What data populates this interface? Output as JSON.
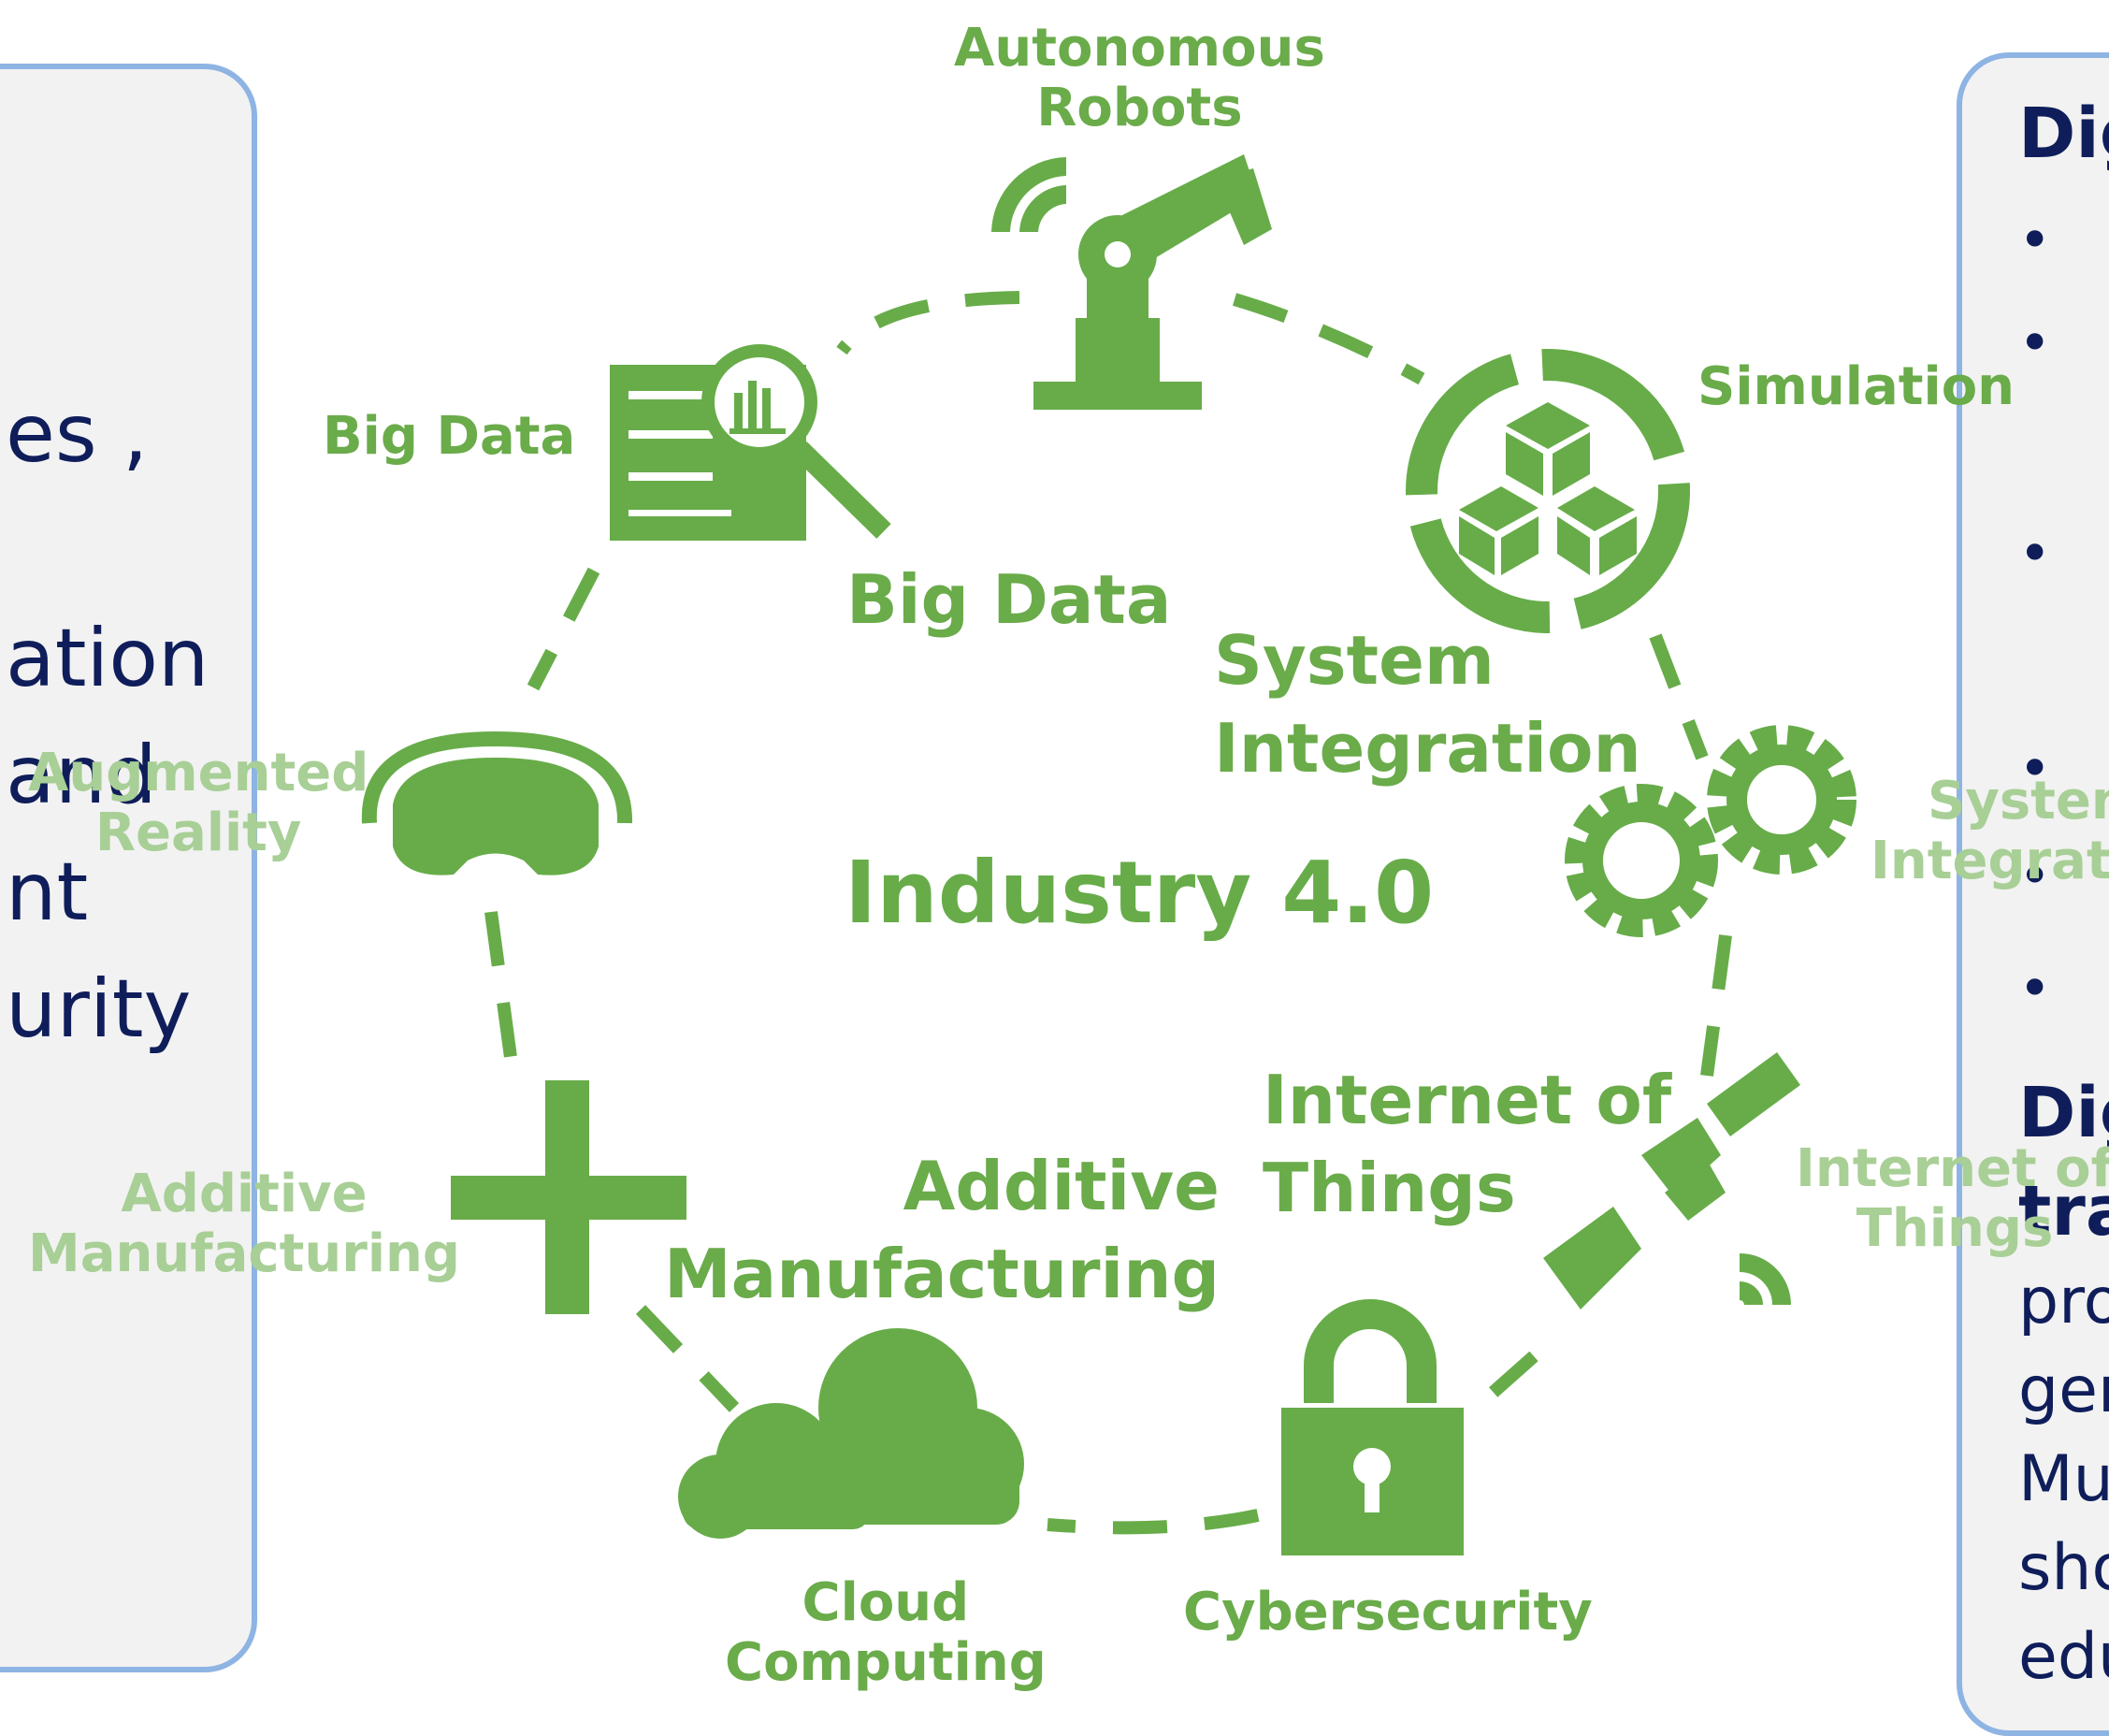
{
  "left_panel": {
    "lines": [
      "es ,",
      "ation",
      "and",
      "nt",
      "urity"
    ]
  },
  "right_panel": {
    "heading": "Dig",
    "bullets": [
      "•",
      "•",
      "•",
      "•",
      "•",
      "•"
    ],
    "heading2": "Dig",
    "heading2_cont": "tra",
    "body_lines": [
      "pro",
      "ger",
      "Mu",
      "sho",
      "edu"
    ]
  },
  "diagram": {
    "center_title": "Industry 4.0",
    "outer_labels": {
      "autonomous_robots": "Autonomous\nRobots",
      "simulation": "Simulation",
      "system_integration": "System\nIntegration",
      "internet_of_things": "Internet of\nThings",
      "cybersecurity": "Cybersecurity",
      "cloud_computing": "Cloud\nComputing",
      "additive_manufacturing": "Additive\nManufacturing",
      "augmented_reality": "Augmented\nReality",
      "big_data": "Big Data"
    },
    "inner_labels": {
      "big_data": "Big Data",
      "system_integration": "System\nIntegration",
      "internet_of_things": "Internet of\nThings",
      "additive_manufacturing": "Additive\nManufacturing"
    },
    "icon_names": [
      "robot-arm-icon",
      "cubes-cycle-icon",
      "gears-icon",
      "satellite-icon",
      "padlock-icon",
      "cloud-icon",
      "plus-icon",
      "vr-headset-icon",
      "server-magnifier-icon"
    ],
    "colors": {
      "green": "#67ac49",
      "faded_green": "#a8cf96",
      "panel_border": "#8eb4e3",
      "panel_text": "#0f1e5a"
    }
  }
}
